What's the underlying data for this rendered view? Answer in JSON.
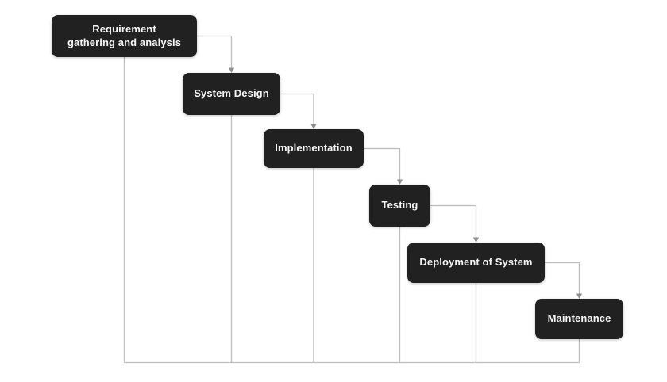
{
  "diagram": {
    "type": "flowchart",
    "subject": "waterfall-model-sdlc",
    "colors": {
      "background": "#ffffff",
      "node_bg": "#212121",
      "node_text": "#f5f5f5",
      "connector": "#bdbdbd",
      "arrowhead": "#8f8f8f"
    },
    "nodes": [
      {
        "id": "requirement-gathering-and-analysis",
        "label": "Requirement gathering and analysis"
      },
      {
        "id": "system-design",
        "label": "System Design"
      },
      {
        "id": "implementation",
        "label": "Implementation"
      },
      {
        "id": "testing",
        "label": "Testing"
      },
      {
        "id": "deployment-of-system",
        "label": "Deployment of System"
      },
      {
        "id": "maintenance",
        "label": "Maintenance"
      }
    ],
    "edges": [
      {
        "from": "requirement-gathering-and-analysis",
        "to": "system-design",
        "style": "elbow",
        "arrow": "down"
      },
      {
        "from": "system-design",
        "to": "implementation",
        "style": "elbow",
        "arrow": "down"
      },
      {
        "from": "implementation",
        "to": "testing",
        "style": "elbow",
        "arrow": "down"
      },
      {
        "from": "testing",
        "to": "deployment-of-system",
        "style": "elbow",
        "arrow": "down"
      },
      {
        "from": "deployment-of-system",
        "to": "maintenance",
        "style": "elbow",
        "arrow": "down"
      },
      {
        "from": "all-nodes-bottom",
        "to": "shared-bottom-rail",
        "style": "plain",
        "arrow": "none"
      }
    ]
  }
}
